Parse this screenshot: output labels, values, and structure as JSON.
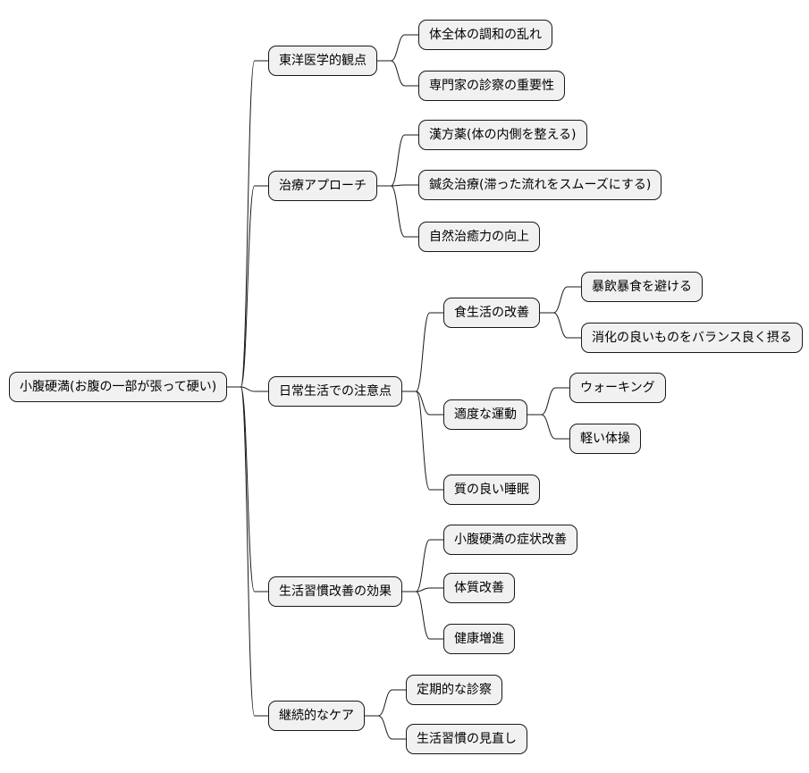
{
  "colors": {
    "node_fill": "#f1f1f1",
    "node_border": "#181818",
    "edge": "#181818",
    "background": "#ffffff"
  },
  "mindmap": {
    "root": {
      "label": "小腹硬満(お腹の一部が張って硬い)",
      "children": [
        {
          "label": "東洋医学的観点",
          "children": [
            {
              "label": "体全体の調和の乱れ"
            },
            {
              "label": "専門家の診察の重要性"
            }
          ]
        },
        {
          "label": "治療アプローチ",
          "children": [
            {
              "label": "漢方薬(体の内側を整える)"
            },
            {
              "label": "鍼灸治療(滞った流れをスムーズにする)"
            },
            {
              "label": "自然治癒力の向上"
            }
          ]
        },
        {
          "label": "日常生活での注意点",
          "children": [
            {
              "label": "食生活の改善",
              "children": [
                {
                  "label": "暴飲暴食を避ける"
                },
                {
                  "label": "消化の良いものをバランス良く摂る"
                }
              ]
            },
            {
              "label": "適度な運動",
              "children": [
                {
                  "label": "ウォーキング"
                },
                {
                  "label": "軽い体操"
                }
              ]
            },
            {
              "label": "質の良い睡眠"
            }
          ]
        },
        {
          "label": "生活習慣改善の効果",
          "children": [
            {
              "label": "小腹硬満の症状改善"
            },
            {
              "label": "体質改善"
            },
            {
              "label": "健康増進"
            }
          ]
        },
        {
          "label": "継続的なケア",
          "children": [
            {
              "label": "定期的な診察"
            },
            {
              "label": "生活習慣の見直し"
            }
          ]
        }
      ]
    }
  }
}
